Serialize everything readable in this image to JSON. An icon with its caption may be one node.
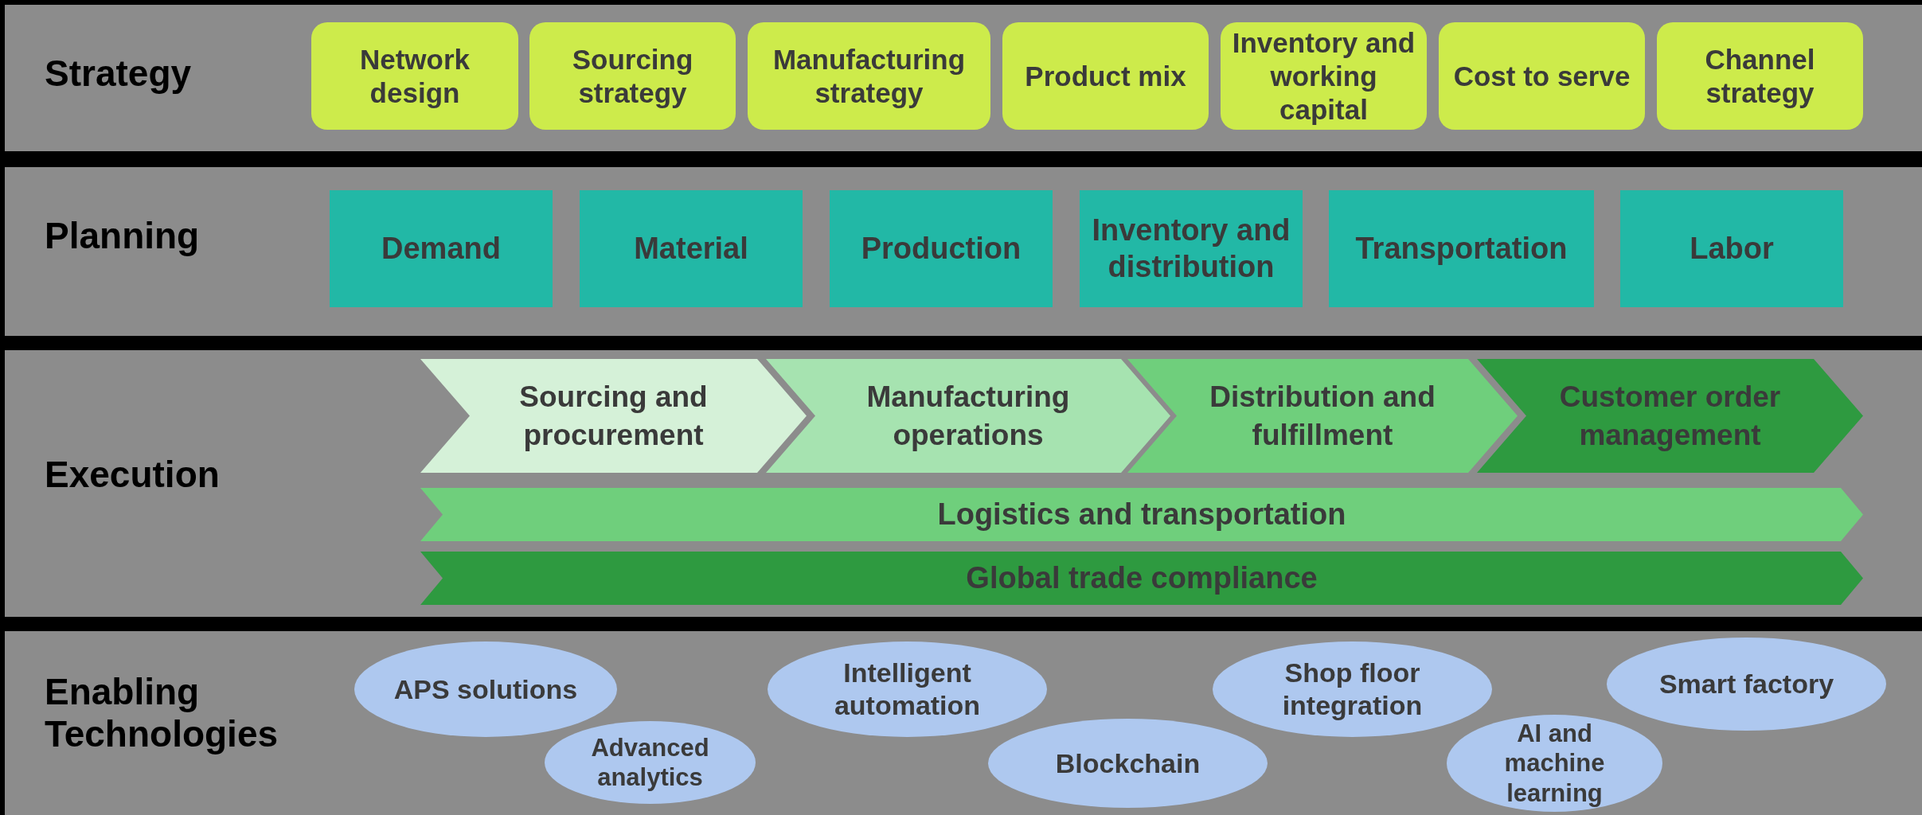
{
  "diagram": {
    "nodes": [
      {
        "text": [
          "Strategy"
        ]
      },
      {
        "text": [
          "Network design"
        ],
        "in": 0
      },
      {
        "text": [
          "Sourcing strategy"
        ],
        "in": 0
      },
      {
        "text": [
          "Manufacturing strategy"
        ],
        "in": 0
      },
      {
        "text": [
          "Product mix"
        ],
        "in": 0
      },
      {
        "text": [
          "Inventory and working capital"
        ],
        "in": 0
      },
      {
        "text": [
          "Cost to serve"
        ],
        "in": 0
      },
      {
        "text": [
          "Channel strategy"
        ],
        "in": 0
      },
      {
        "text": [
          "Planning"
        ]
      },
      {
        "text": [
          "Demand"
        ],
        "in": 8
      },
      {
        "text": [
          "Material"
        ],
        "in": 8
      },
      {
        "text": [
          "Production"
        ],
        "in": 8
      },
      {
        "text": [
          "Inventory and distribution"
        ],
        "in": 8
      },
      {
        "text": [
          "Transportation"
        ],
        "in": 8
      },
      {
        "text": [
          "Labor"
        ],
        "in": 8
      },
      {
        "text": [
          "Execution"
        ]
      },
      {
        "text": [
          "Sourcing and procurement"
        ],
        "in": 15
      },
      {
        "text": [
          "Manufacturing operations"
        ],
        "in": 15
      },
      {
        "text": [
          "Distribution and fulfillment"
        ],
        "in": 15
      },
      {
        "text": [
          "Customer order management"
        ],
        "in": 15
      },
      {
        "text": [
          "Logistics and transportation"
        ],
        "in": 15
      },
      {
        "text": [
          "Global trade compliance"
        ],
        "in": 15
      },
      {
        "text": [
          "Enabling Technologies"
        ]
      },
      {
        "text": [
          "APS solutions"
        ],
        "in": 22
      },
      {
        "text": [
          "Advanced analytics"
        ],
        "in": 22
      },
      {
        "text": [
          "Intelligent automation"
        ],
        "in": 22
      },
      {
        "text": [
          "Blockchain"
        ],
        "in": 22
      },
      {
        "text": [
          "Shop floor integration"
        ],
        "in": 22
      },
      {
        "text": [
          "AI and machine learning"
        ],
        "in": 22
      },
      {
        "text": [
          "Smart factory"
        ],
        "in": 22
      }
    ]
  }
}
